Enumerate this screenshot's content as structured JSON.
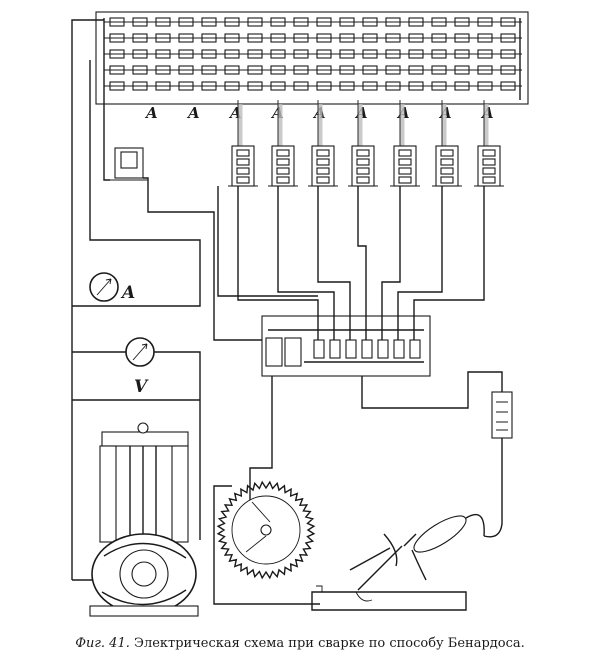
{
  "diagram": {
    "labels": {
      "accumulator": "A",
      "ammeter": "A",
      "voltmeter": "V"
    },
    "caption": {
      "figure_number": "Фиг. 41.",
      "text": "Электрическая схема при сварке по способу Бенардоса."
    }
  }
}
